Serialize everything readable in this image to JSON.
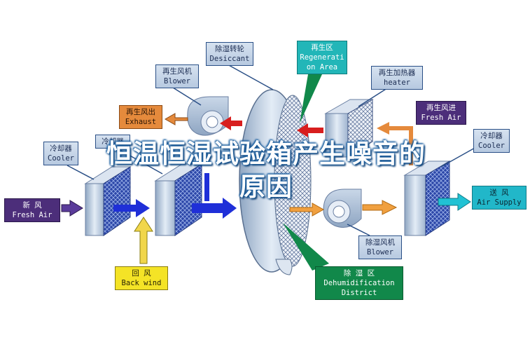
{
  "title_line1": "恒温恒湿试验箱产生噪音的",
  "title_line2": "原因",
  "labels": {
    "desiccant": {
      "cn": "除湿转轮",
      "en": "Desiccant"
    },
    "regeneration": {
      "cn": "再生区",
      "en": "Regenerati",
      "en2": "on Area"
    },
    "regen_blower": {
      "cn": "再生风机",
      "en": "Blower"
    },
    "regen_heater": {
      "cn": "再生加热器",
      "en": "heater"
    },
    "exhaust": {
      "cn": "再生风出",
      "en": "Exhaust"
    },
    "fresh_air_in": {
      "cn": "再生风进",
      "en": "Fresh Air"
    },
    "cooler1": {
      "cn": "冷却器",
      "en": "Cooler"
    },
    "cooler2": {
      "cn": "冷却器"
    },
    "cooler3": {
      "cn": "冷却器",
      "en": "Cooler"
    },
    "fresh_air": {
      "cn": "新    风",
      "en": "Fresh Air"
    },
    "air_supply": {
      "cn": "送  风",
      "en": "Air Supply"
    },
    "back_wind": {
      "cn": "回    风",
      "en": "Back wind"
    },
    "dehum_blower": {
      "cn": "除湿风机",
      "en": "Blower"
    },
    "dehum_district": {
      "cn": "除    湿    区",
      "en": "Dehumidification",
      "en2": "District"
    }
  },
  "colors": {
    "box_steel": "#d6e2f0",
    "exhaust_orange": "#e58a3c",
    "fresh_purple": "#4c2e7a",
    "supply_teal": "#21b7c9",
    "back_yellow": "#f4e326",
    "district_green": "#11884a",
    "arrow_red": "#d81e1e",
    "arrow_blue": "#1f2fd8",
    "title_fill": "#ffffff",
    "title_outline": "#1a5fa0"
  }
}
